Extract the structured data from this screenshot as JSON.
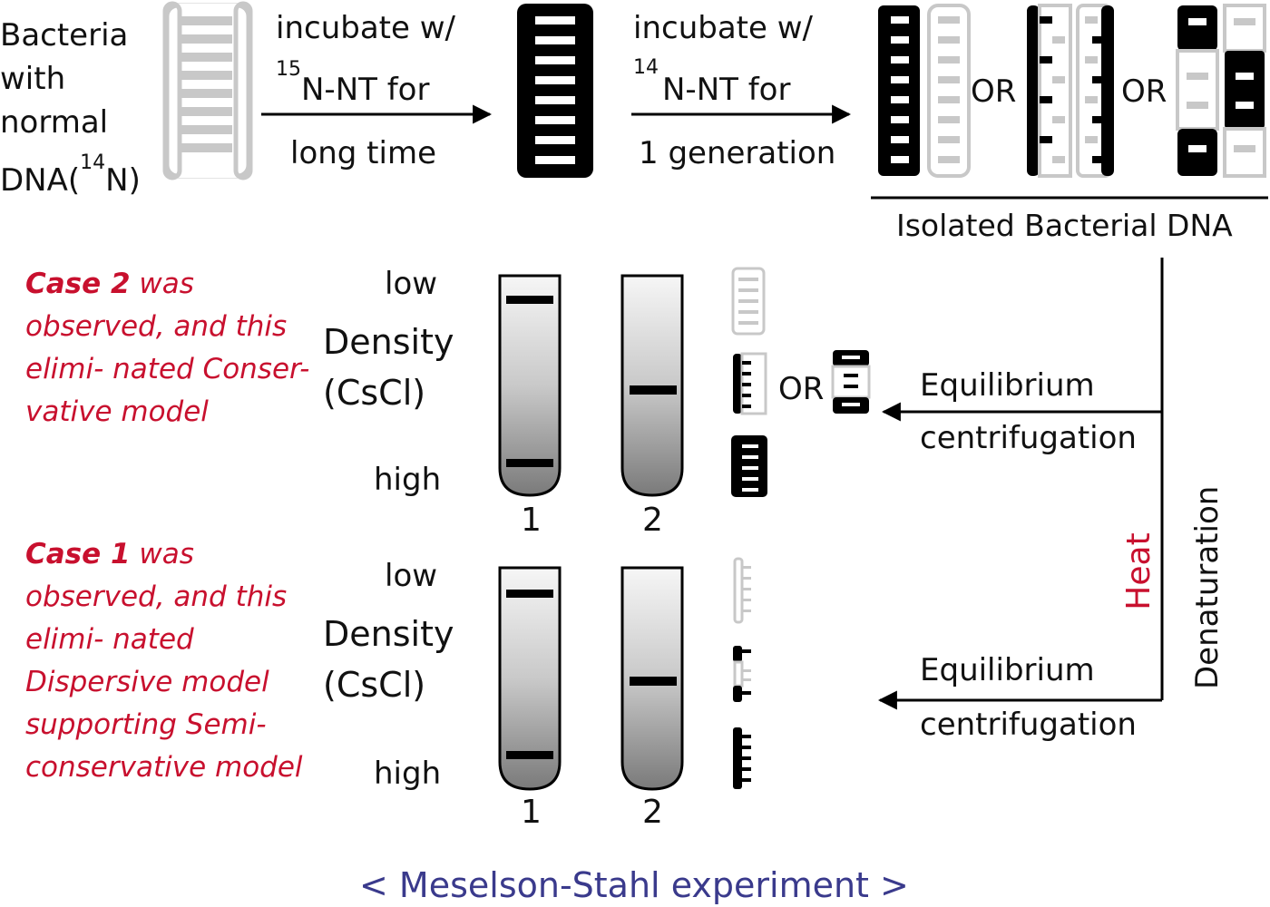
{
  "top": {
    "start_label": {
      "l1": "Bacteria",
      "l2": "with",
      "l3": "normal",
      "l4a": "DNA(",
      "l4sup": "14",
      "l4b": "N)"
    },
    "step1": {
      "l1": "incubate w/",
      "sup": "15",
      "l2": "N-NT for",
      "l3": "long time"
    },
    "step2": {
      "l1": "incubate w/",
      "sup": "14",
      "l2": "N-NT for",
      "l3": "1 generation"
    },
    "or1": "OR",
    "or2": "OR",
    "isolated": "Isolated Bacterial DNA"
  },
  "panel_upper": {
    "case_strong": "Case 2",
    "case_rest": " was observed, and this elimi- nated Conser- vative model",
    "low": "low",
    "density": "Density",
    "cscl": "(CsCl)",
    "high": "high",
    "tube1": "1",
    "tube2": "2",
    "or": "OR",
    "equilibrium": "Equilibrium",
    "centrifugation": "centrifugation"
  },
  "panel_lower": {
    "case_strong": "Case 1",
    "case_rest": " was observed, and this elimi- nated Dispersive model supporting Semi-conservative model",
    "low": "low",
    "density": "Density",
    "cscl": "(CsCl)",
    "high": "high",
    "tube1": "1",
    "tube2": "2",
    "equilibrium": "Equilibrium",
    "centrifugation": "centrifugation"
  },
  "side": {
    "heat": "Heat",
    "denaturation": "Denaturation"
  },
  "caption": "< Meselson-Stahl experiment >",
  "colors": {
    "heavy": "#000000",
    "light": "#c8c8c8",
    "accent": "#c8102e",
    "caption": "#3a3a8c"
  }
}
